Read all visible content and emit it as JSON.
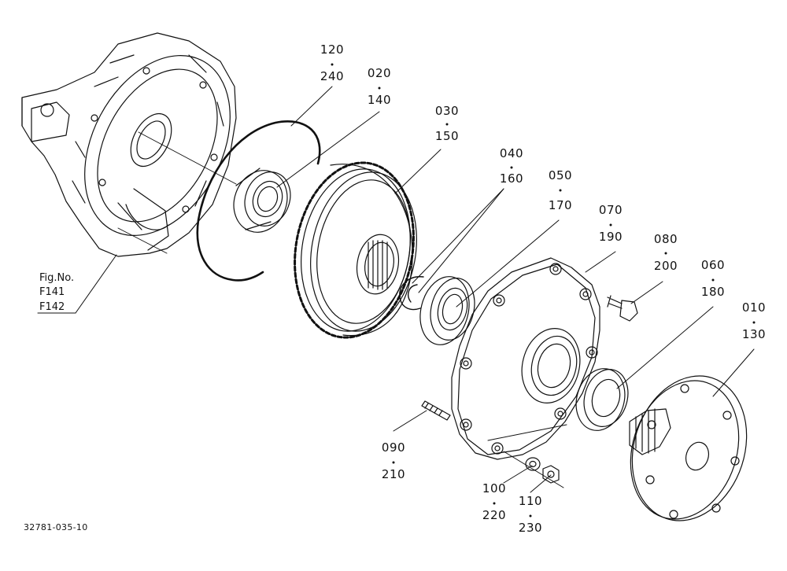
{
  "figure_code": "32781-035-10",
  "fig_ref": {
    "title": "Fig.No.",
    "refs": [
      "F141",
      "F142"
    ]
  },
  "callouts": [
    {
      "id": "c120",
      "top": "120",
      "bottom": "240"
    },
    {
      "id": "c020",
      "top": "020",
      "bottom": "140"
    },
    {
      "id": "c030",
      "top": "030",
      "bottom": "150"
    },
    {
      "id": "c040",
      "top": "040",
      "bottom": "160"
    },
    {
      "id": "c050",
      "top": "050",
      "bottom": "170"
    },
    {
      "id": "c070",
      "top": "070",
      "bottom": "190"
    },
    {
      "id": "c080",
      "top": "080",
      "bottom": "200"
    },
    {
      "id": "c060",
      "top": "060",
      "bottom": "180"
    },
    {
      "id": "c010",
      "top": "010",
      "bottom": "130"
    },
    {
      "id": "c090",
      "top": "090",
      "bottom": "210"
    },
    {
      "id": "c100",
      "top": "100",
      "bottom": "220"
    },
    {
      "id": "c110",
      "top": "110",
      "bottom": "230"
    }
  ]
}
